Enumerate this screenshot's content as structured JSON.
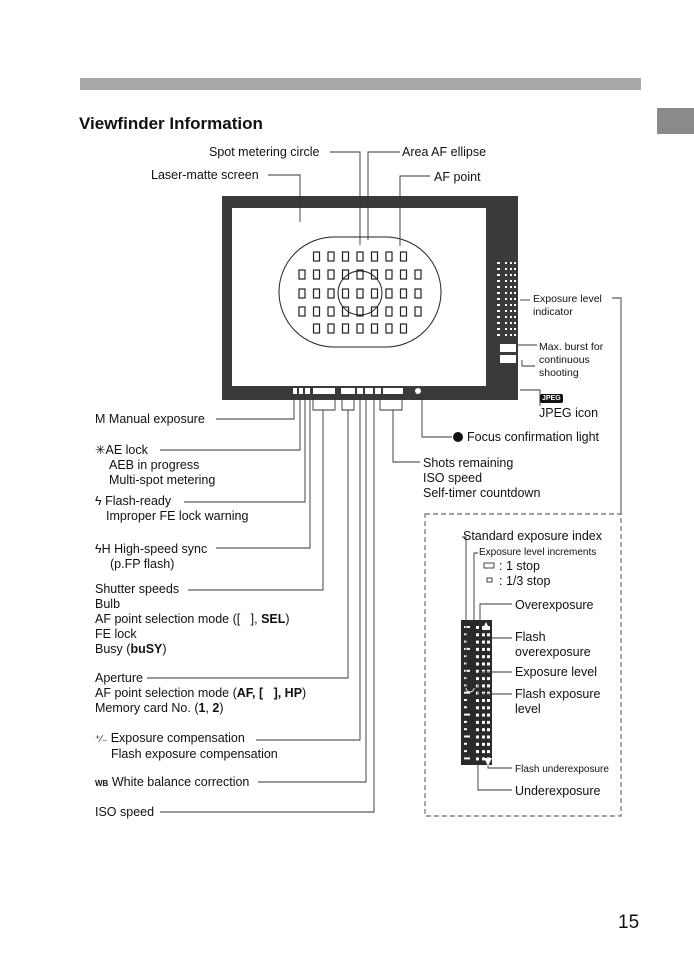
{
  "section_title": "Viewfinder Information",
  "page_number": "15",
  "labels": {
    "spot_metering_circle": "Spot metering circle",
    "area_af_ellipse": "Area AF ellipse",
    "laser_matte_screen": "Laser-matte screen",
    "af_point": "AF point",
    "exposure_level_indicator_1": "Exposure level",
    "exposure_level_indicator_2": "indicator",
    "max_burst_1": "Max. burst for",
    "max_burst_2": "continuous",
    "max_burst_3": "shooting",
    "jpeg_icon_badge": "JPEG",
    "jpeg_icon": "JPEG icon",
    "manual_exposure_sym": "M",
    "manual_exposure": "Manual exposure",
    "focus_confirmation": "Focus confirmation light",
    "ae_lock_sym": "✳",
    "ae_lock": "AE lock",
    "aeb_in_progress": "AEB in progress",
    "multi_spot_metering": "Multi-spot metering",
    "shots_remaining": "Shots remaining",
    "iso_speed_right": "ISO speed",
    "self_timer_countdown": "Self-timer countdown",
    "flash_ready_sym": "ϟ",
    "flash_ready": "Flash-ready",
    "improper_fe_lock": "Improper FE lock warning",
    "high_speed_sync_sym": "ϟH",
    "high_speed_sync": "High-speed sync",
    "fp_flash": "(p.FP flash)",
    "shutter_speeds": "Shutter speeds",
    "bulb": "Bulb",
    "af_sel_mode_1a": "AF point selection mode ([",
    "af_sel_mode_1b": "], ",
    "af_sel_mode_1c": "SEL",
    "af_sel_mode_1d": ")",
    "fe_lock": "FE lock",
    "busy_a": "Busy (",
    "busy_b": "buSY",
    "busy_c": ")",
    "aperture": "Aperture",
    "af_sel_mode_2a": "AF point selection mode (",
    "af_sel_mode_2b": "AF",
    "af_sel_mode_2c": ", [",
    "af_sel_mode_2d": "], ",
    "af_sel_mode_2e": "HP",
    "af_sel_mode_2f": ")",
    "memory_card_a": "Memory card No. (",
    "memory_card_b": "1",
    "memory_card_c": ", ",
    "memory_card_d": "2",
    "memory_card_e": ")",
    "exp_comp_sym": "⁺⁄₋",
    "exposure_compensation": "Exposure compensation",
    "flash_exposure_compensation": "Flash exposure compensation",
    "wb_sym": "WB",
    "white_balance_correction": "White balance correction",
    "iso_speed_left": "ISO speed",
    "standard_exposure_index": "Standard exposure index",
    "exposure_level_increments": "Exposure level increments",
    "one_stop": ": 1 stop",
    "third_stop": ": 1/3 stop",
    "overexposure": "Overexposure",
    "flash_overexposure_1": "Flash",
    "flash_overexposure_2": "overexposure",
    "exposure_level": "Exposure level",
    "flash_exposure_level_1": "Flash exposure",
    "flash_exposure_level_2": "level",
    "flash_underexposure": "Flash underexposure",
    "underexposure": "Underexposure"
  },
  "colors": {
    "header_bar": "#a8a8a8",
    "side_tab": "#8a8a8a",
    "viewfinder_frame": "#3a3a3a"
  }
}
